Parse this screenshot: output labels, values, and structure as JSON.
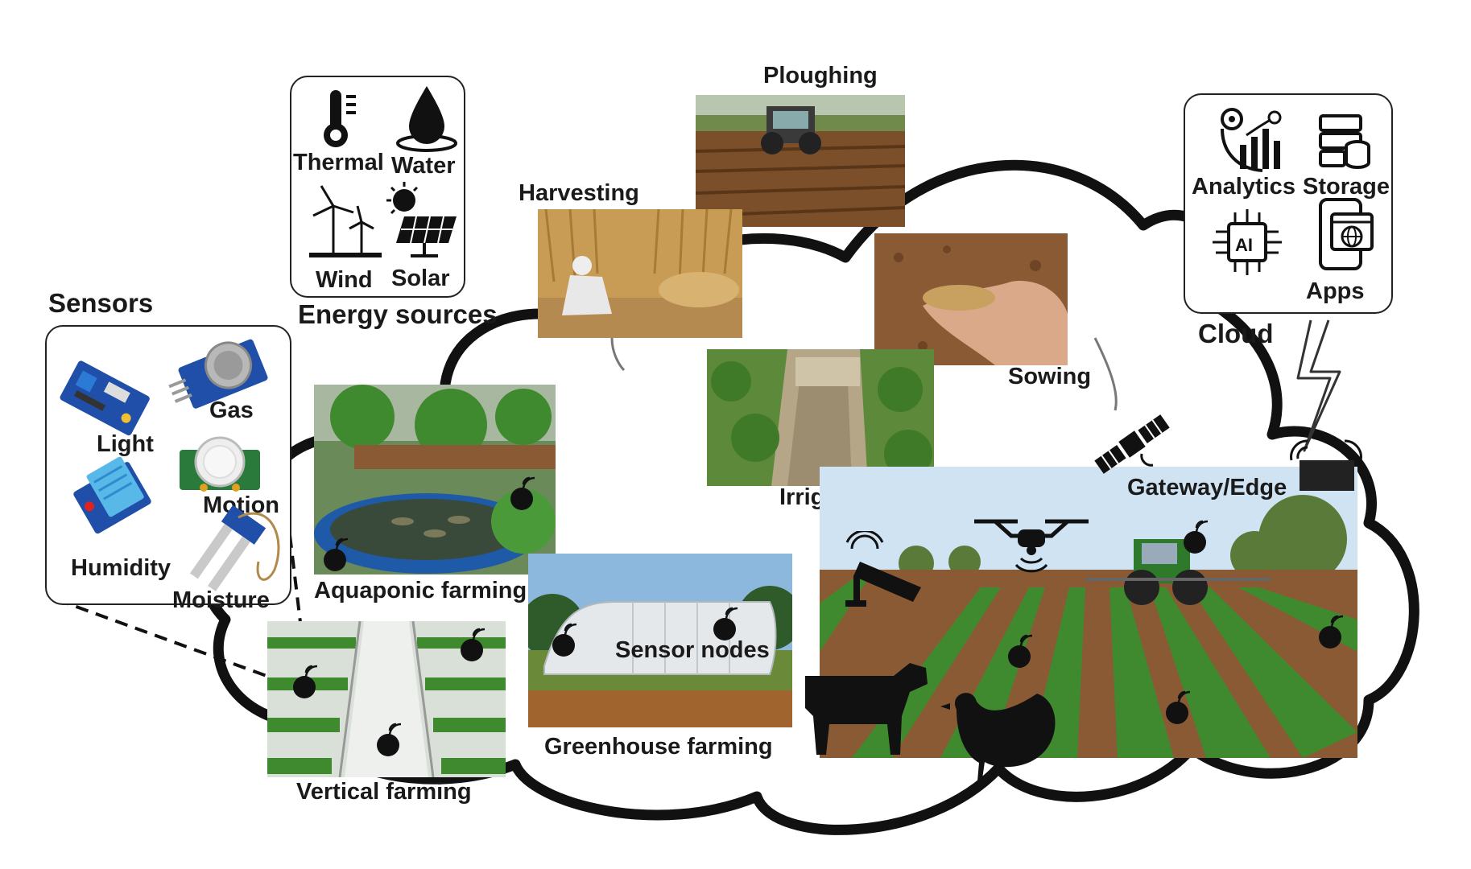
{
  "sensors": {
    "title": "Sensors",
    "items": {
      "light": "Light",
      "gas": "Gas",
      "motion": "Motion",
      "humidity": "Humidity",
      "moisture": "Moisture"
    }
  },
  "energy": {
    "title": "Energy sources",
    "items": {
      "thermal": "Thermal",
      "water": "Water",
      "wind": "Wind",
      "solar": "Solar"
    }
  },
  "cloud": {
    "title": "Cloud",
    "items": {
      "analytics": "Analytics",
      "storage": "Storage",
      "ai": "AI",
      "apps": "Apps"
    }
  },
  "activities": {
    "ploughing": "Ploughing",
    "harvesting": "Harvesting",
    "sowing": "Sowing",
    "irrigation": "Irrigation"
  },
  "farming": {
    "aquaponic": "Aquaponic farming",
    "greenhouse": "Greenhouse farming",
    "vertical": "Vertical farming",
    "sensor_nodes": "Sensor nodes"
  },
  "gateway": "Gateway/Edge",
  "colors": {
    "outline": "#111111",
    "soil": "#8a5a34",
    "crop": "#3f8a2e",
    "sky": "#cfe3f3"
  }
}
